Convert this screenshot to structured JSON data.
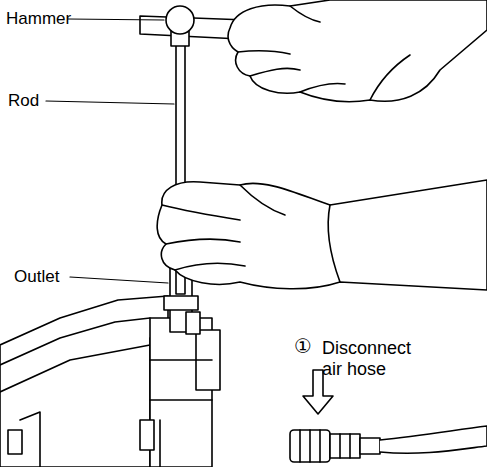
{
  "diagram": {
    "labels": [
      "Hammer",
      "Rod",
      "Outlet",
      "①",
      "Disconnect air hose"
    ]
  }
}
